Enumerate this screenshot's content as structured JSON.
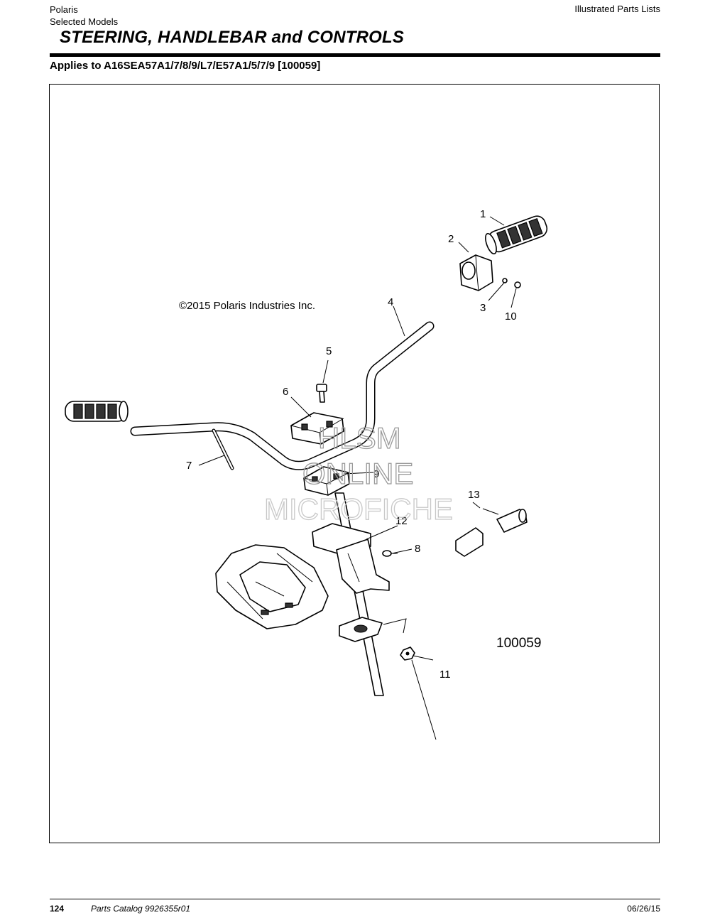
{
  "header": {
    "brand": "Polaris",
    "models": "Selected Models",
    "section": "Illustrated Parts Lists"
  },
  "title": "STEERING, HANDLEBAR and CONTROLS",
  "applies_to": "Applies to A16SEA57A1/7/8/9/L7/E57A1/5/7/9 [100059]",
  "diagram": {
    "copyright": "©2015 Polaris Industries Inc.",
    "figure_number": "100059",
    "callouts": [
      "1",
      "2",
      "3",
      "4",
      "5",
      "6",
      "7",
      "8",
      "9",
      "10",
      "11",
      "12",
      "13"
    ],
    "watermark": [
      "HLSM",
      "ONLINE",
      "MICROFICHE"
    ]
  },
  "footer": {
    "page": "124",
    "catalog": "Parts Catalog 9926355r01",
    "date": "06/26/15"
  }
}
